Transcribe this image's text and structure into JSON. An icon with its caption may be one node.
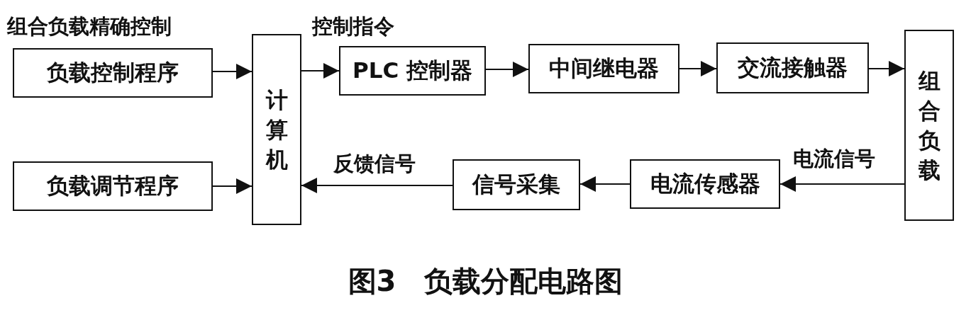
{
  "diagram": {
    "caption": "图3　负载分配电路图",
    "nodes": [
      {
        "text": [
          "负载控制程序"
        ]
      },
      {
        "text": [
          "负载调节程序"
        ]
      },
      {
        "text": [
          "计算机"
        ]
      },
      {
        "text": [
          "PLC 控制器"
        ]
      },
      {
        "text": [
          "中间继电器"
        ]
      },
      {
        "text": [
          "交流接触器"
        ]
      },
      {
        "text": [
          "组合负载"
        ]
      },
      {
        "text": [
          "电流传感器"
        ]
      },
      {
        "text": [
          "信号采集"
        ]
      }
    ],
    "edges": [
      {
        "from": 0,
        "to": 2,
        "arrow": "to"
      },
      {
        "from": 1,
        "to": 2,
        "arrow": "to"
      },
      {
        "from": 2,
        "to": 3,
        "arrow": "to",
        "label": "控制指令"
      },
      {
        "from": 3,
        "to": 4,
        "arrow": "to"
      },
      {
        "from": 4,
        "to": 5,
        "arrow": "to"
      },
      {
        "from": 5,
        "to": 6,
        "arrow": "to"
      },
      {
        "from": 6,
        "to": 7,
        "arrow": "to",
        "label": "电流信号"
      },
      {
        "from": 7,
        "to": 8,
        "arrow": "to"
      },
      {
        "from": 8,
        "to": 2,
        "arrow": "to",
        "label": "反馈信号"
      }
    ],
    "labels": [
      "组合负载精确控制"
    ]
  }
}
